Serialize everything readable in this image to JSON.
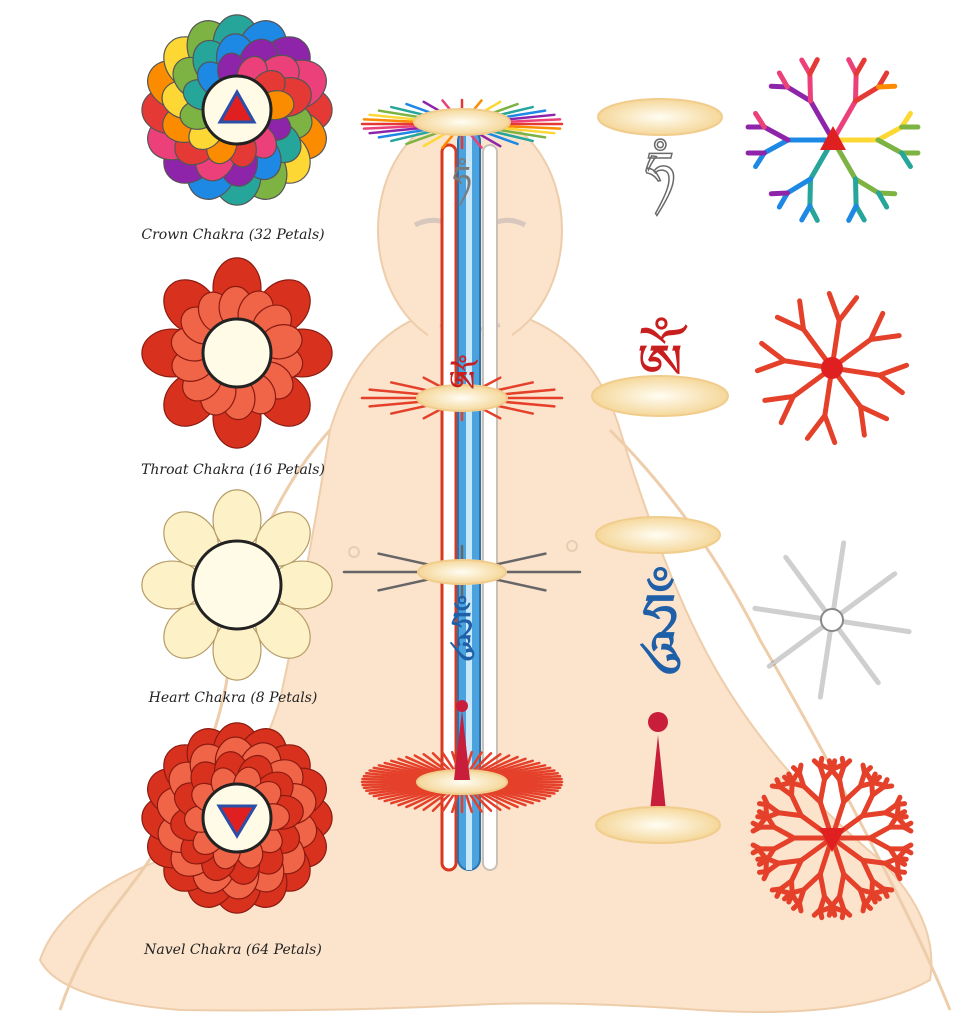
{
  "chakras": [
    {
      "key": "crown",
      "caption": "Crown Chakra (32 Petals)",
      "petals": 32,
      "center_symbol": "upward-triangle",
      "channel_symbol": "ham-syllable",
      "channel_color": "#7a7a7a",
      "petal_style": "rainbow"
    },
    {
      "key": "throat",
      "caption": "Throat Chakra (16 Petals)",
      "petals": 16,
      "center_symbol": "circle",
      "channel_symbol": "om-syllable",
      "channel_color": "#c81e1e",
      "petal_style": "red"
    },
    {
      "key": "heart",
      "caption": "Heart Chakra (8 Petals)",
      "petals": 8,
      "center_symbol": "circle",
      "channel_symbol": "hum-syllable",
      "channel_color": "#1f5fa8",
      "petal_style": "cream"
    },
    {
      "key": "navel",
      "caption": "Navel Chakra (64 Petals)",
      "petals": 64,
      "center_symbol": "downward-triangle",
      "channel_symbol": "a-syllable",
      "channel_color": "#c81e3c",
      "petal_style": "red"
    }
  ],
  "colors": {
    "body_silhouette": "#fbe3cc",
    "body_outline": "#eecdaa",
    "central_channel": "#4aa3df",
    "right_channel": "#d9381e",
    "chakra_red": "#e4402a",
    "chakra_cream": "#fdf1c8",
    "triangle_red": "#e02020",
    "triangle_blue": "#2a4fa8"
  }
}
